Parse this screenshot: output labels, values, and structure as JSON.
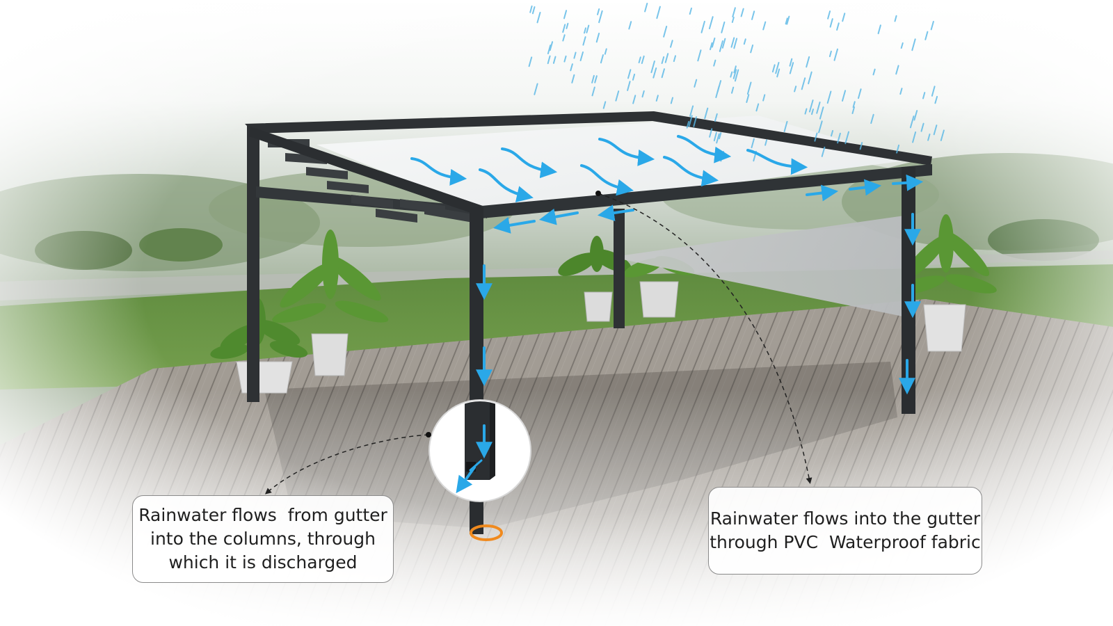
{
  "diagram": {
    "subject": "pergola rainwater drainage",
    "colors": {
      "water_flow_arrows": "#2aa8e8",
      "frame": "#2e3134",
      "fabric": "#f2f4f4",
      "drain_ring": "#f08a1e",
      "callout_border": "#8a8a8a",
      "leader_lines": "#222222"
    },
    "callouts": [
      {
        "id": "columns",
        "lines": [
          "Rainwater flows  from gutter",
          "into the columns, through",
          "which it is discharged"
        ]
      },
      {
        "id": "fabric",
        "lines": [
          "Rainwater flows into the gutter",
          "through PVC  Waterproof fabric"
        ]
      }
    ],
    "icons": [
      "rain-drops",
      "flow-arrow",
      "detail-magnifier-circle",
      "drain-outlet-ring"
    ]
  }
}
